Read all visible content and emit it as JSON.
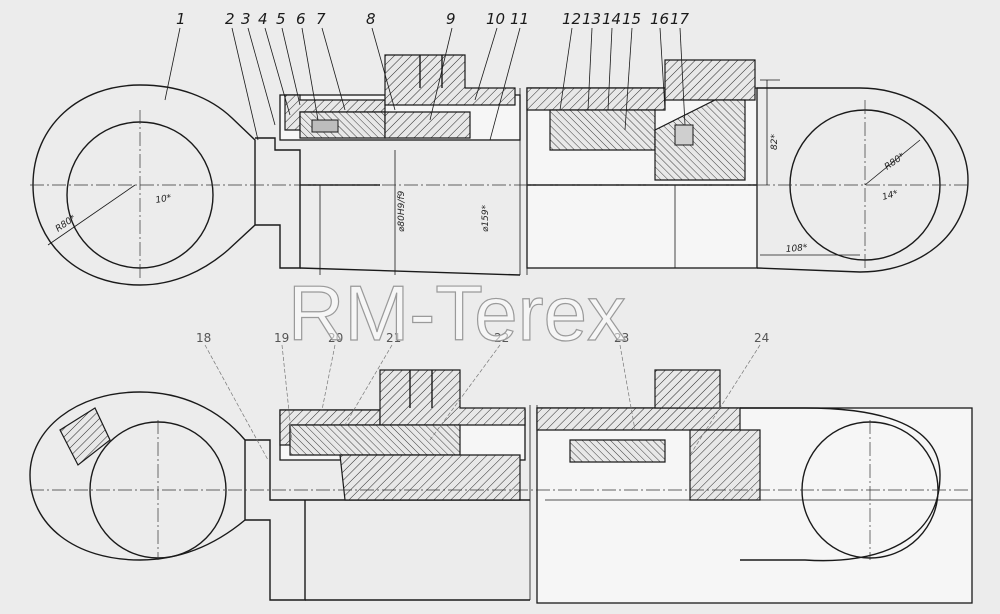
{
  "callouts_top": [
    "1",
    "2",
    "3",
    "4",
    "5",
    "6",
    "7",
    "8",
    "9",
    "10",
    "11",
    "12",
    "13",
    "14",
    "15",
    "16",
    "17"
  ],
  "callouts_bottom": [
    "18",
    "19",
    "20",
    "21",
    "22",
    "23",
    "24"
  ],
  "dimensions": {
    "r80_left": "R80*",
    "offset_10": "10*",
    "dia_80": "⌀80H9/f9",
    "dia_159": "⌀159*",
    "dim_82": "82*",
    "r80_right": "R80*",
    "offset_14": "14*",
    "dim_108": "108*"
  },
  "watermark": "RM-Terex"
}
